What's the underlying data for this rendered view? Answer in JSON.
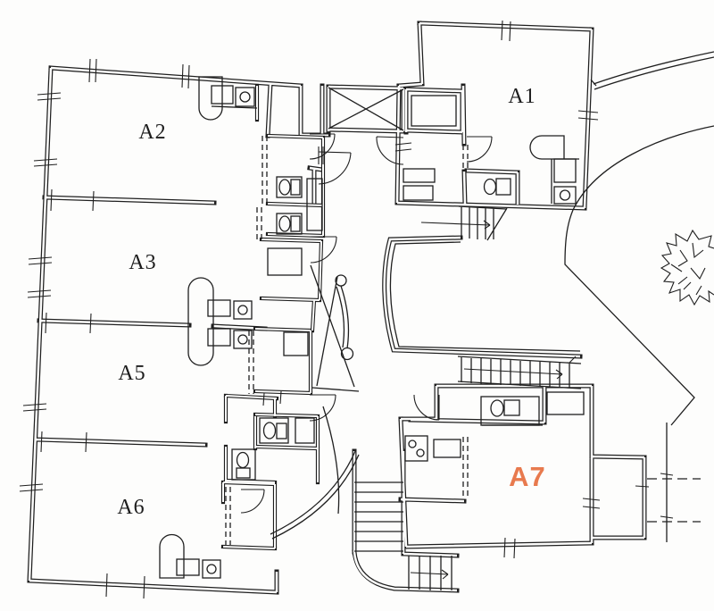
{
  "page": {
    "type": "architectural floor plan (scanned)",
    "paper_color": "#fdfdfc",
    "ink_color": "#1f1f1f",
    "highlight_color": "#e87a4e"
  },
  "units": [
    {
      "id": "A1",
      "label": "A1",
      "highlighted": false
    },
    {
      "id": "A2",
      "label": "A2",
      "highlighted": false
    },
    {
      "id": "A3",
      "label": "A3",
      "highlighted": false
    },
    {
      "id": "A5",
      "label": "A5",
      "highlighted": false
    },
    {
      "id": "A6",
      "label": "A6",
      "highlighted": false
    },
    {
      "id": "A7",
      "label": "A7",
      "highlighted": true
    }
  ],
  "icons": [
    "toilet-icon",
    "sink-icon",
    "washing-machine-icon",
    "stove-icon",
    "closet-icon",
    "elevator-shaft-icon",
    "stairs-icon",
    "door-arc-icon",
    "column-icon",
    "tree-icon"
  ]
}
